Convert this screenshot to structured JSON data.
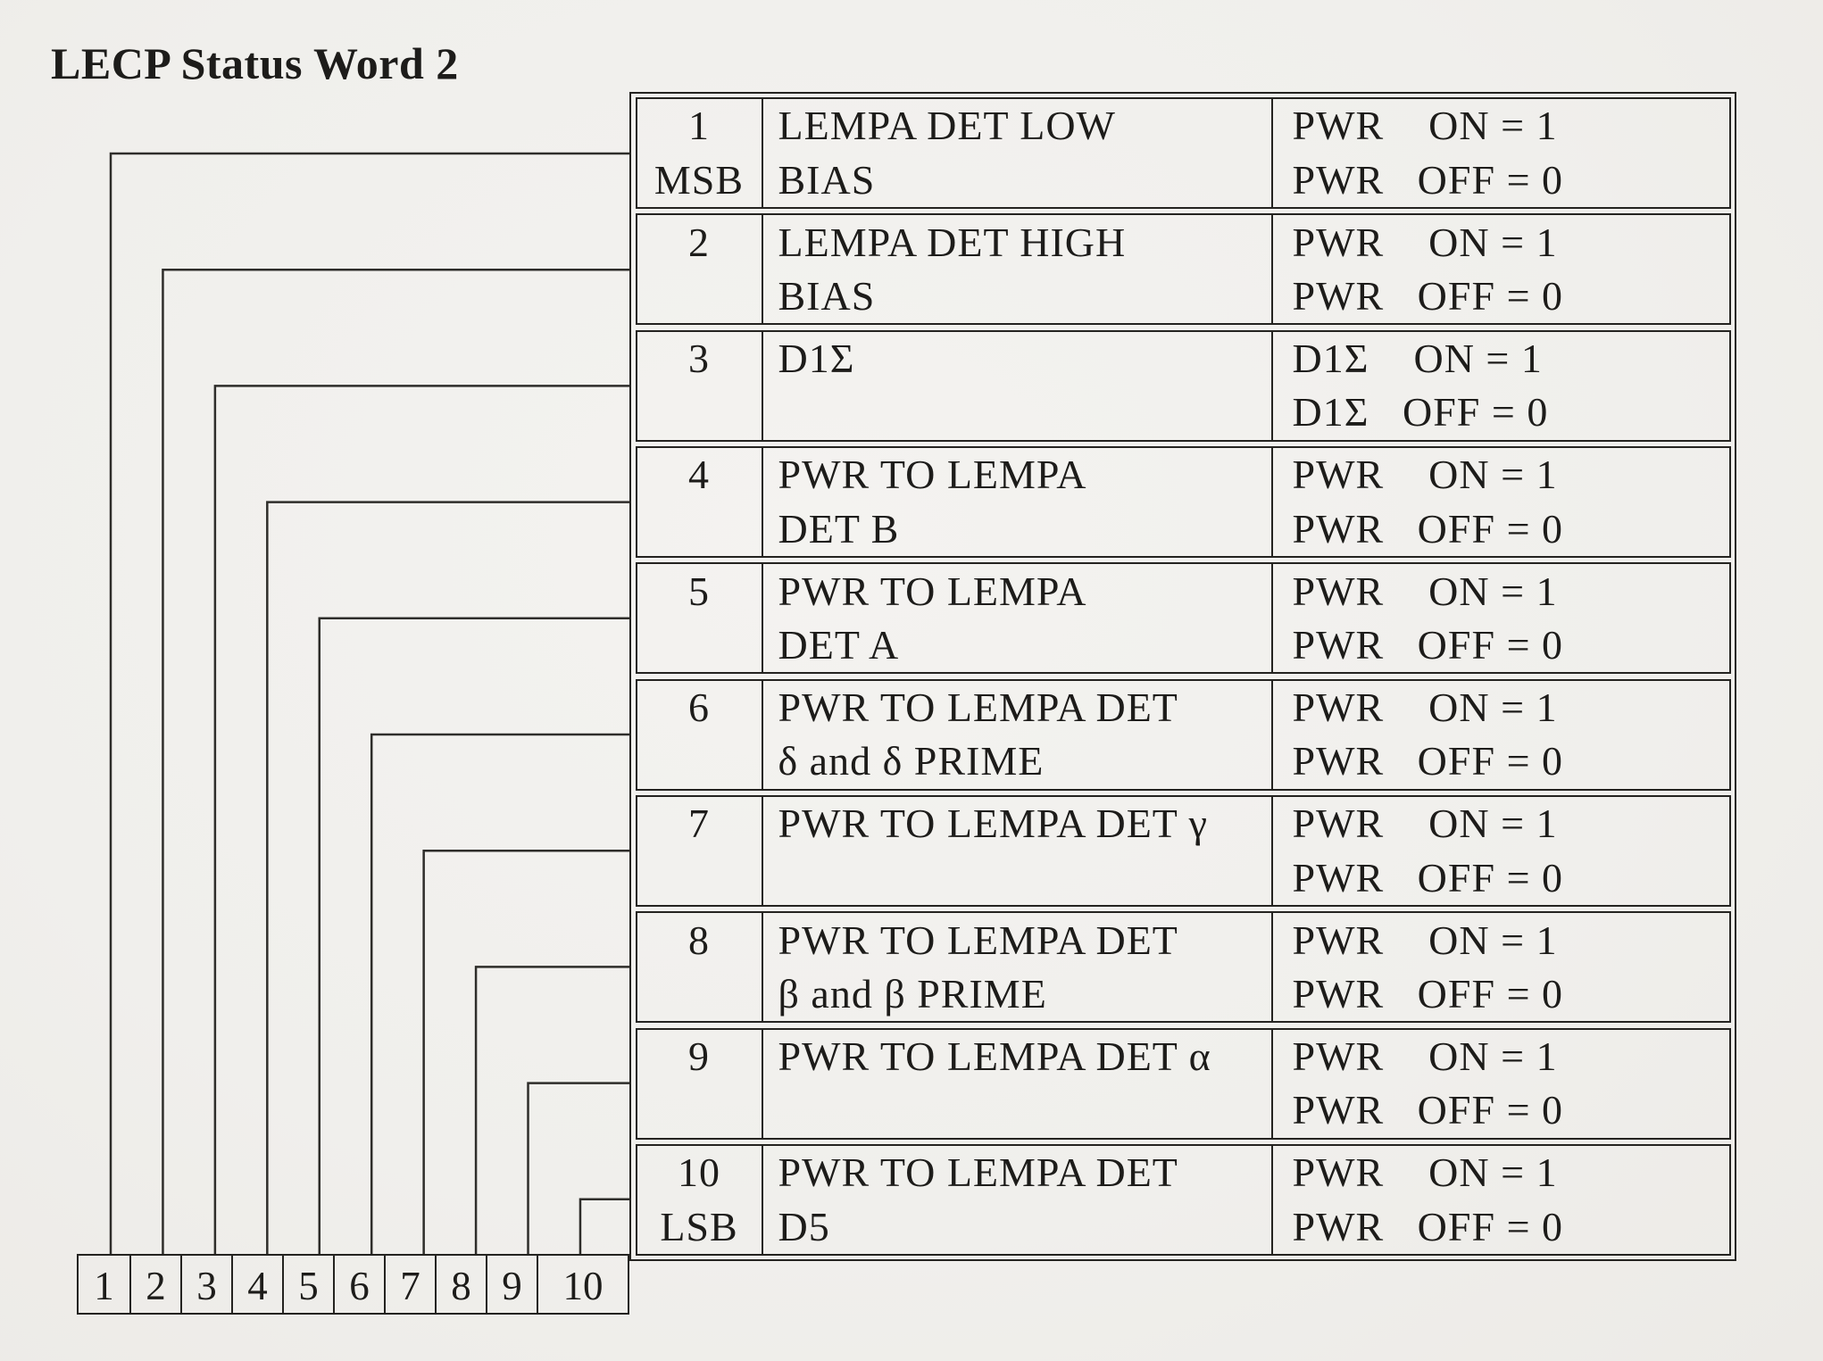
{
  "title": "LECP Status Word 2",
  "colors": {
    "paper": "#f1f0ed",
    "ink": "#242320",
    "line": "#2e2d2a"
  },
  "table": {
    "rows": [
      {
        "bit": "1",
        "marker": "MSB",
        "desc1": "LEMPA DET LOW",
        "desc2": "BIAS",
        "val1": "PWR    ON = 1",
        "val2": "PWR   OFF = 0"
      },
      {
        "bit": "2",
        "marker": "",
        "desc1": "LEMPA DET HIGH",
        "desc2": "BIAS",
        "val1": "PWR    ON = 1",
        "val2": "PWR   OFF = 0"
      },
      {
        "bit": "3",
        "marker": "",
        "desc1": "D1Σ",
        "desc2": "",
        "val1": "D1Σ    ON = 1",
        "val2": "D1Σ   OFF = 0"
      },
      {
        "bit": "4",
        "marker": "",
        "desc1": "PWR TO LEMPA",
        "desc2": "DET B",
        "val1": "PWR    ON = 1",
        "val2": "PWR   OFF = 0"
      },
      {
        "bit": "5",
        "marker": "",
        "desc1": "PWR TO LEMPA",
        "desc2": "DET A",
        "val1": "PWR    ON = 1",
        "val2": "PWR   OFF = 0"
      },
      {
        "bit": "6",
        "marker": "",
        "desc1": "PWR TO LEMPA DET",
        "desc2": "δ and δ PRIME",
        "val1": "PWR    ON = 1",
        "val2": "PWR   OFF = 0"
      },
      {
        "bit": "7",
        "marker": "",
        "desc1": "PWR TO LEMPA DET γ",
        "desc2": "",
        "val1": "PWR    ON = 1",
        "val2": "PWR   OFF = 0"
      },
      {
        "bit": "8",
        "marker": "",
        "desc1": "PWR TO LEMPA DET",
        "desc2": "β and β PRIME",
        "val1": "PWR    ON = 1",
        "val2": "PWR   OFF = 0"
      },
      {
        "bit": "9",
        "marker": "",
        "desc1": "PWR TO LEMPA DET α",
        "desc2": "",
        "val1": "PWR    ON = 1",
        "val2": "PWR   OFF = 0"
      },
      {
        "bit": "10",
        "marker": "LSB",
        "desc1": "PWR TO LEMPA DET",
        "desc2": "D5",
        "val1": "PWR    ON = 1",
        "val2": "PWR   OFF = 0"
      }
    ]
  },
  "bit_register": {
    "cells": [
      "1",
      "2",
      "3",
      "4",
      "5",
      "6",
      "7",
      "8",
      "9",
      "10"
    ]
  }
}
